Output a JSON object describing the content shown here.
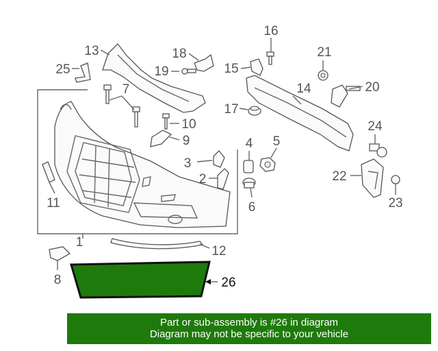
{
  "labels": {
    "p1": "1",
    "p2": "2",
    "p3": "3",
    "p4": "4",
    "p5": "5",
    "p6": "6",
    "p7": "7",
    "p8": "8",
    "p9": "9",
    "p10": "10",
    "p11": "11",
    "p12": "12",
    "p13": "13",
    "p14": "14",
    "p15": "15",
    "p16": "16",
    "p17": "17",
    "p18": "18",
    "p19": "19",
    "p20": "20",
    "p21": "21",
    "p22": "22",
    "p23": "23",
    "p24": "24",
    "p25": "25",
    "p26": "26"
  },
  "highlight": {
    "part": "26",
    "color": "#1f7a0c"
  },
  "banner": {
    "line1": "Part or sub-assembly is #26 in diagram",
    "line2": "Diagram may not be specific to your vehicle",
    "color": "#1f7a0c"
  }
}
